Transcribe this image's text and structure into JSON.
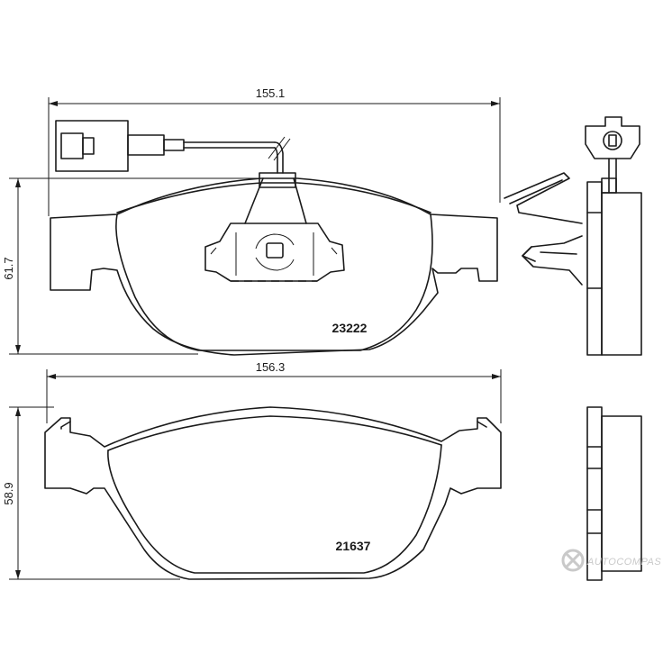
{
  "dimensions": {
    "top_width": "155.1",
    "top_height": "61.7",
    "bottom_width": "156.3",
    "bottom_height": "58.9"
  },
  "part_numbers": {
    "top": "23222",
    "bottom": "21637"
  },
  "watermark": {
    "text": "AUTOCOMPAS",
    "color": "#c9c9c9"
  },
  "line_color": "#1a1a1a"
}
